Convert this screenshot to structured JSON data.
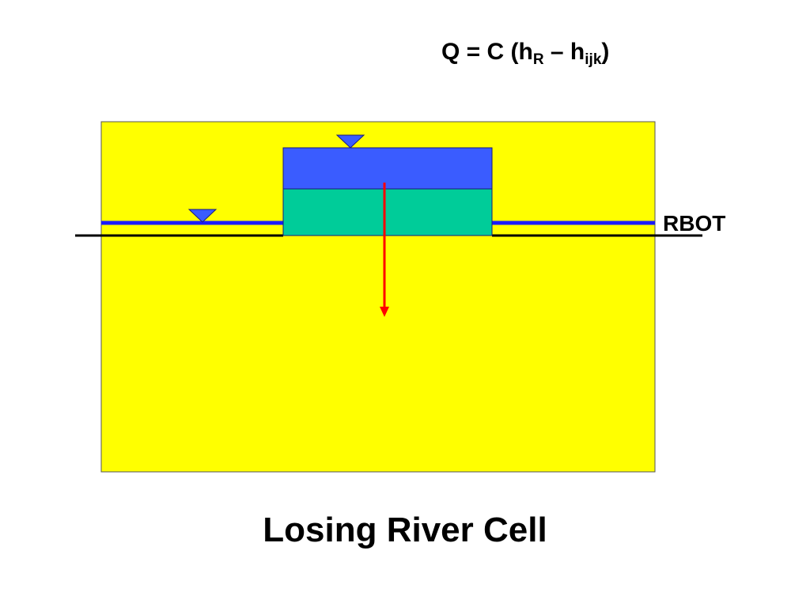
{
  "formula": {
    "lhs": "Q = C (h",
    "sub1": "R",
    "mid": " – h",
    "sub2": "ijk",
    "close": ")"
  },
  "labels": {
    "rbot": "RBOT"
  },
  "title": "Losing River Cell",
  "colors": {
    "cell": "#ffff00",
    "river_water": "#3a5cff",
    "riverbed": "#00cc99",
    "water_table": "#1a1aff",
    "ground_line": "#000000",
    "flow_arrow": "#ff0000",
    "water_symbol": "#3a5cff"
  },
  "icons": {
    "water_level_marker": "inverted-triangle"
  }
}
